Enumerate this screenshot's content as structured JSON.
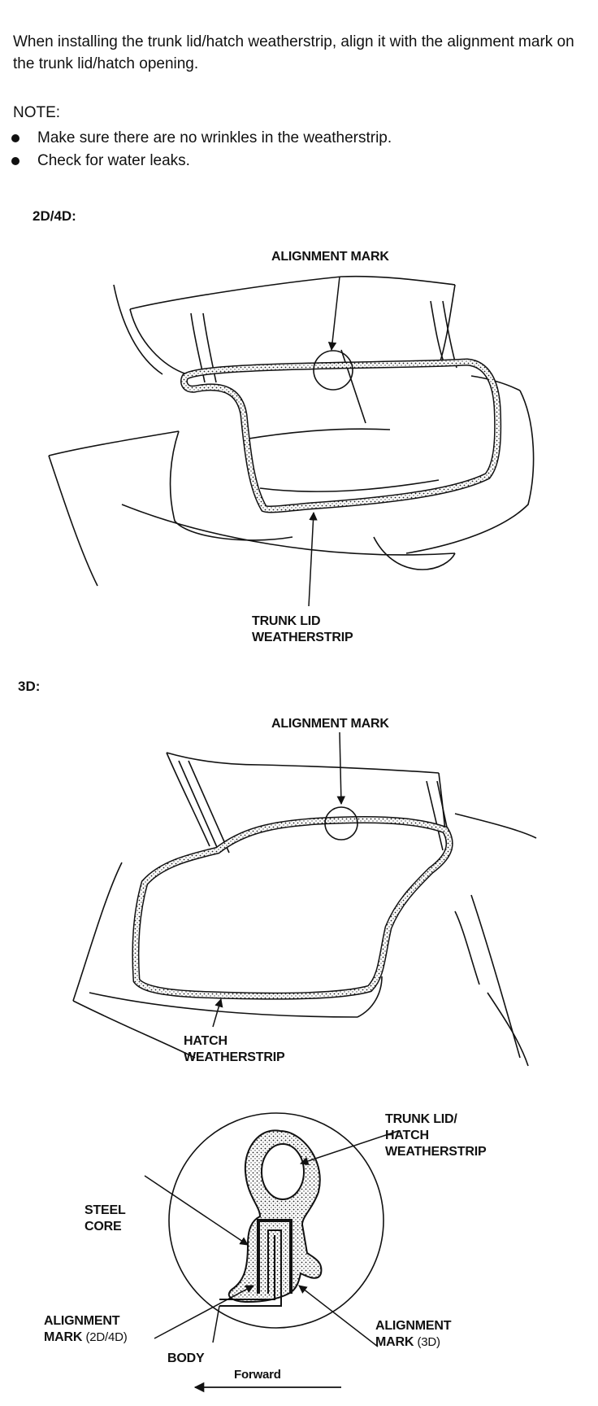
{
  "intro": {
    "text": "When installing the trunk lid/hatch weatherstrip, align it with the alignment mark on the trunk lid/hatch opening."
  },
  "note": {
    "title": "NOTE:",
    "items": [
      "Make sure there are no wrinkles in the weatherstrip.",
      "Check for water leaks."
    ]
  },
  "figure_2d4d": {
    "heading": "2D/4D:",
    "alignment_label": "ALIGNMENT MARK",
    "weatherstrip_label_line1": "TRUNK LID",
    "weatherstrip_label_line2": "WEATHERSTRIP"
  },
  "figure_3d": {
    "heading": "3D:",
    "alignment_label": "ALIGNMENT MARK",
    "weatherstrip_label_line1": "HATCH",
    "weatherstrip_label_line2": "WEATHERSTRIP"
  },
  "cross_section": {
    "weatherstrip_label_line1": "TRUNK LID/",
    "weatherstrip_label_line2": "HATCH",
    "weatherstrip_label_line3": "WEATHERSTRIP",
    "steel_core_line1": "STEEL",
    "steel_core_line2": "CORE",
    "align_2d4d_line1": "ALIGNMENT",
    "align_2d4d_line2": "MARK",
    "align_2d4d_suffix": "(2D/4D)",
    "align_3d_line1": "ALIGNMENT",
    "align_3d_line2": "MARK",
    "align_3d_suffix": "(3D)",
    "body_label": "BODY",
    "forward_label": "Forward"
  }
}
